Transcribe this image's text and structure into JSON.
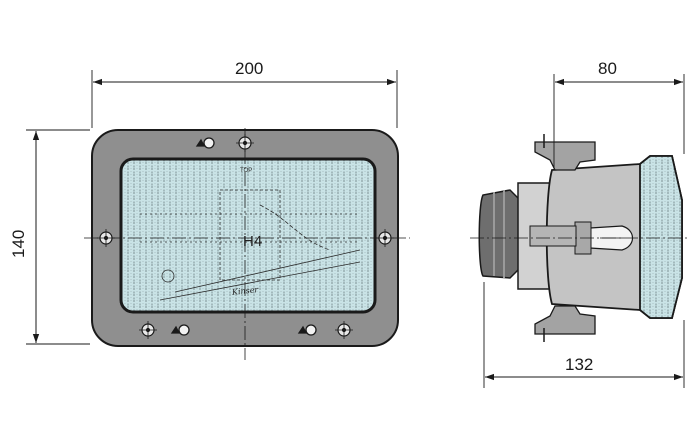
{
  "dimensions": {
    "front_width": "200",
    "front_height": "140",
    "side_depth": "80",
    "side_total": "132"
  },
  "lamp_labels": {
    "bulb_type": "H4",
    "brand": "Kinser",
    "top_mark": "TOP"
  },
  "colors": {
    "housing": "#8f8f8f",
    "lens": "#c9e3e6",
    "body_gray": "#c4c4c4",
    "line": "#1a1a1a"
  }
}
